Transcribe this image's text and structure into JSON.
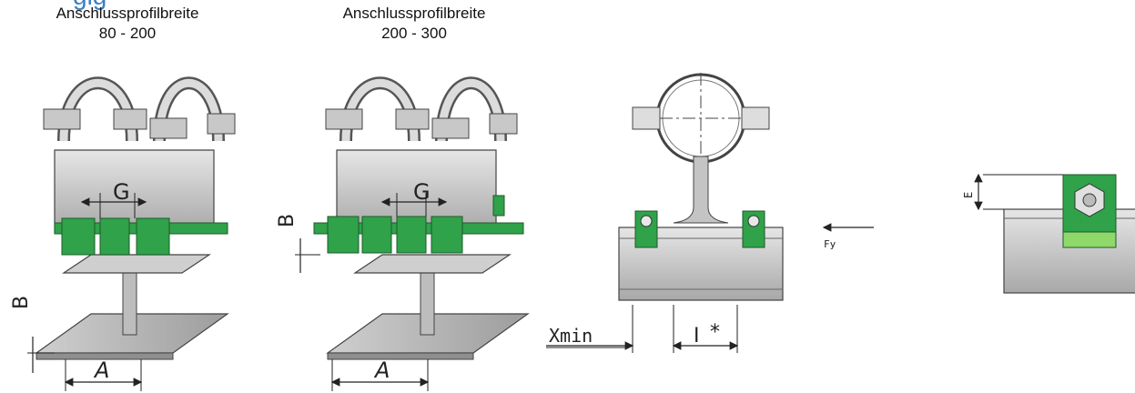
{
  "heading": "gig",
  "figure1": {
    "caption_line1": "Anschlussprofilbreite",
    "caption_line2": "80 - 200",
    "label_g": "G",
    "label_b": "B",
    "label_a": "A"
  },
  "figure2": {
    "caption_line1": "Anschlussprofilbreite",
    "caption_line2": "200 - 300",
    "label_g": "G",
    "label_b": "B",
    "label_a": "A"
  },
  "figure3": {
    "label_xmin": "Xmin",
    "label_i": "I",
    "label_star": "*",
    "label_fy": "Fy"
  },
  "figure4": {
    "label_e": "E"
  },
  "colors": {
    "green": "#2fa24a",
    "green_dark": "#1f7a34",
    "green_light": "#8fd86a",
    "steel": "#b9b9b9",
    "steel_dark": "#8c8c8c",
    "steel_light": "#dedede"
  }
}
